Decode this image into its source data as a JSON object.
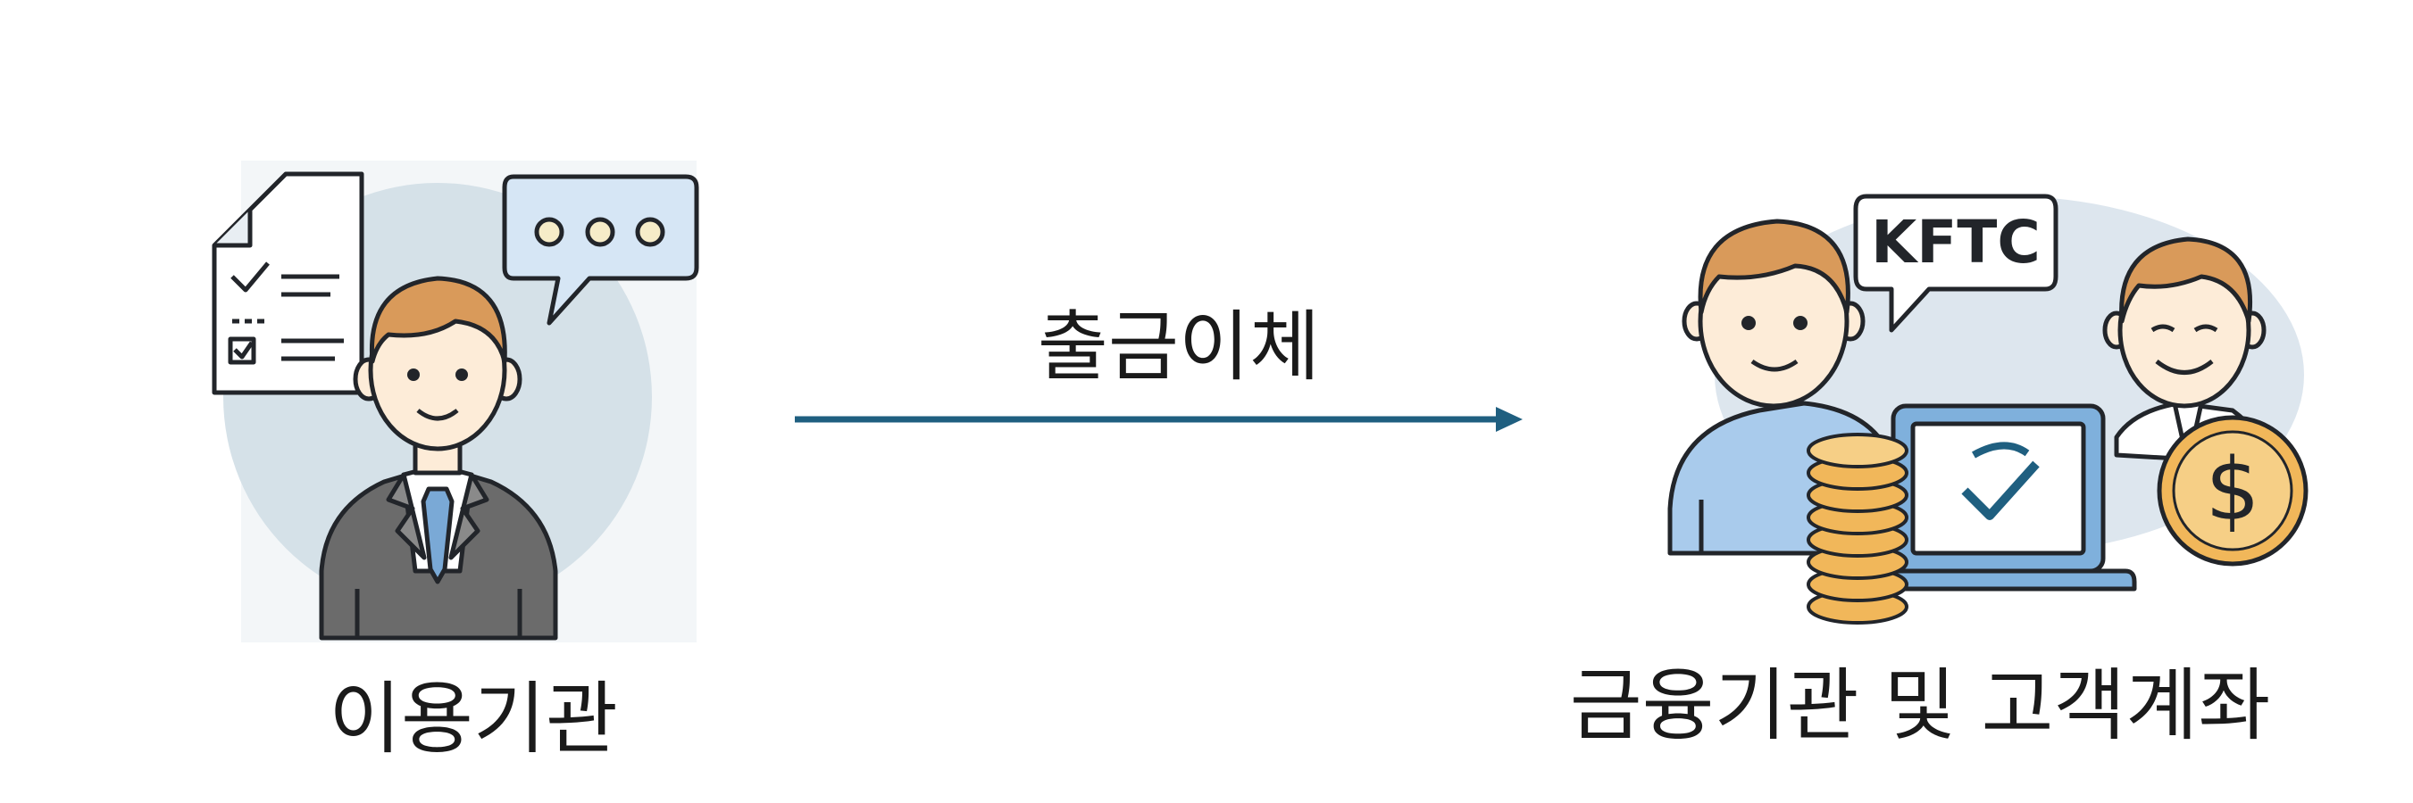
{
  "nodes": {
    "left": {
      "label": "이용기관"
    },
    "right": {
      "label": "금융기관 및 고객계좌",
      "bubble_text": "KFTC",
      "coin_symbol": "$"
    }
  },
  "edge": {
    "label": "출금이체"
  },
  "colors": {
    "arrow": "#1f5f80",
    "skin": "#fdecd8",
    "hair": "#d99a5a",
    "suit": "#6b6b6b",
    "tie": "#7aa9d6",
    "bubble_fill": "#d6e6f5",
    "bg_circle": "#d5e1e8",
    "coin": "#f1b75a",
    "shirt_blue": "#a9cbec",
    "stroke": "#22252a"
  }
}
